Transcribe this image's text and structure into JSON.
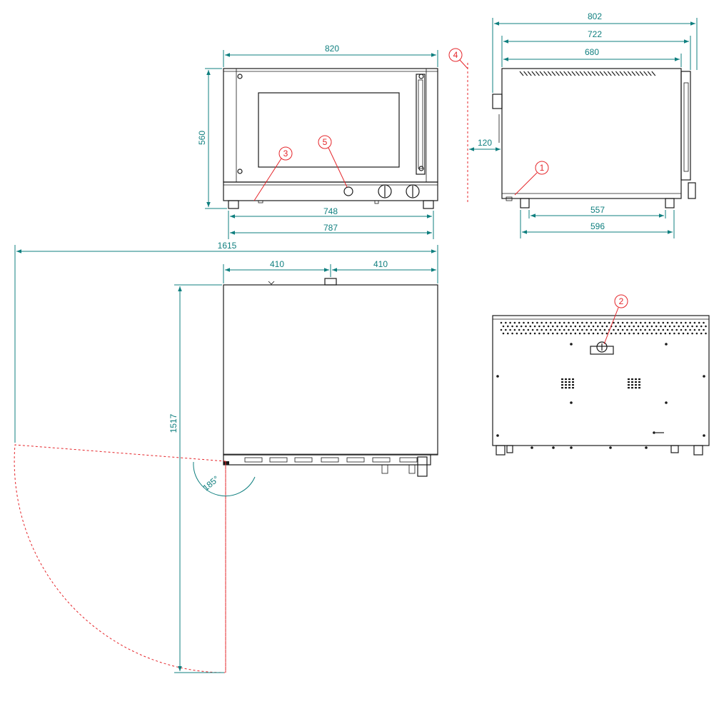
{
  "colors": {
    "dimension": "#0f7f7f",
    "callout": "#e5252a",
    "outline": "#1a1a1a"
  },
  "front_view": {
    "width_top": "820",
    "height": "560",
    "inner_width": "748",
    "feet_width": "787"
  },
  "side_view": {
    "overall_depth": "802",
    "depth_722": "722",
    "depth_680": "680",
    "wall_gap": "120",
    "feet_557": "557",
    "feet_596": "596"
  },
  "top_view": {
    "overall_span": "1615",
    "half_left": "410",
    "half_right": "410",
    "depth_with_door": "1517",
    "door_angle": "185°"
  },
  "callouts": [
    "1",
    "2",
    "3",
    "4",
    "5"
  ]
}
